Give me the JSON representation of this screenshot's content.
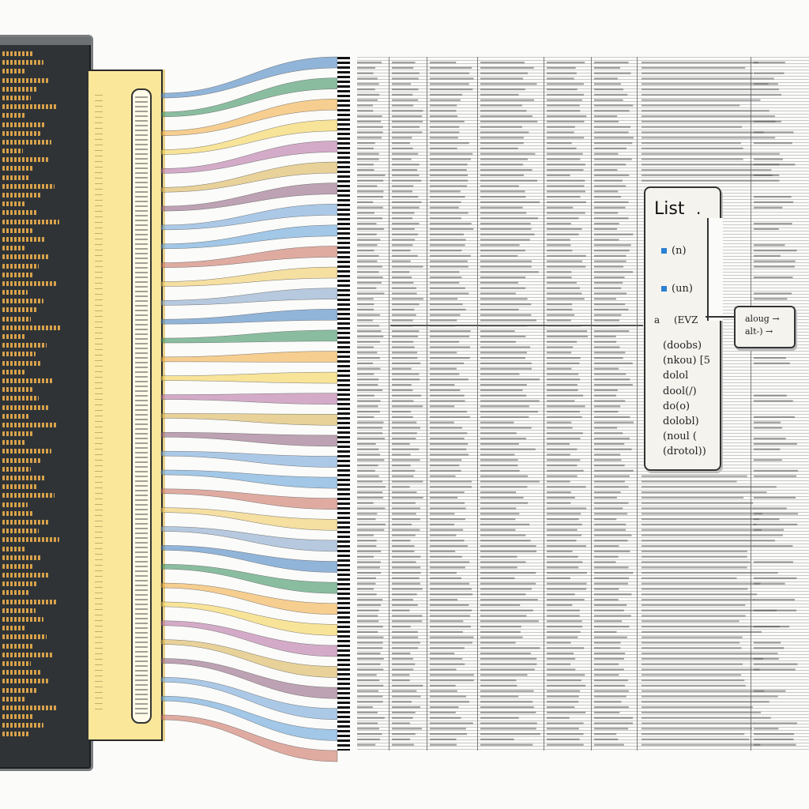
{
  "callout": {
    "title": "List",
    "title_dot": ".",
    "bullets": [
      "(n)",
      "(un)"
    ],
    "pointer_text": "(EVZ",
    "pointer_prefix": "a",
    "args": [
      "(doobs)",
      "(nkou) [5",
      "dolol",
      "dool(/)",
      "do(o)",
      "dolobl)",
      "(noul (",
      "(drotol))"
    ]
  },
  "chip": {
    "line1": "aloug →",
    "line2": "alt-) →"
  },
  "colors": {
    "accent": "#2d7fd3",
    "panel_dark": "#2f3336",
    "panel_yellow": "#fbe79a",
    "bands": [
      "#3a7abf",
      "#2e8b57",
      "#f2a93b",
      "#f5d24a",
      "#b26aa0",
      "#d9b04a",
      "#8a5a7a",
      "#6aa0d8",
      "#5a9cd8",
      "#c96a5a",
      "#f0c85a",
      "#7fa0c8"
    ]
  }
}
